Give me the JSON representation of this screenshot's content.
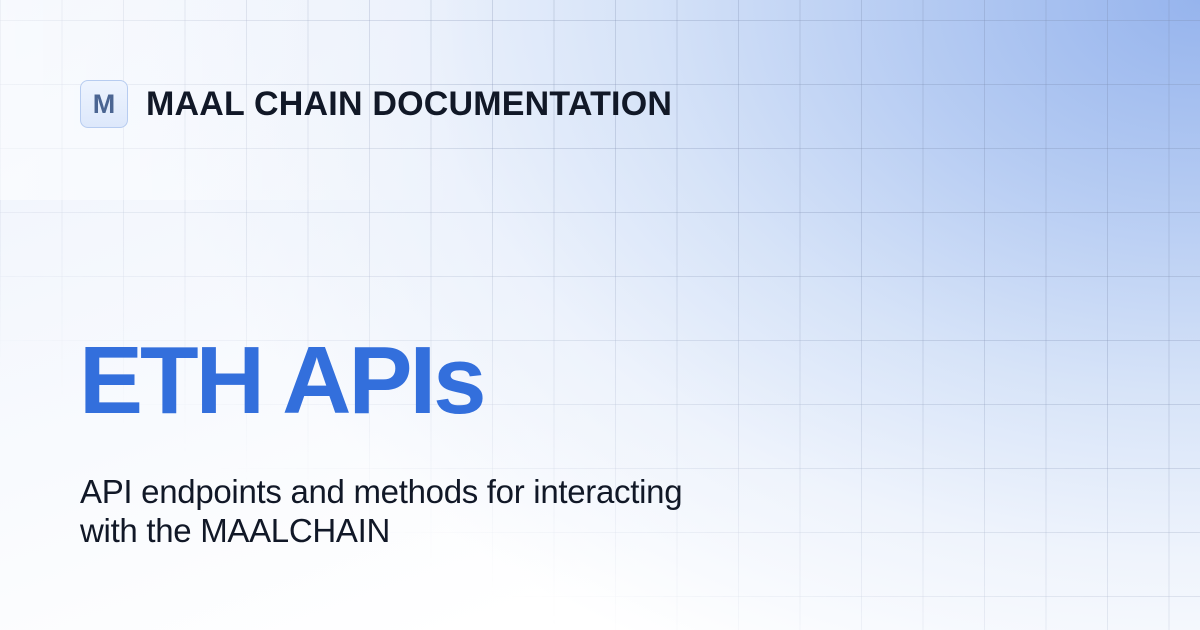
{
  "brand": {
    "logo_letter": "M",
    "name": "MAAL CHAIN DOCUMENTATION"
  },
  "page": {
    "title": "ETH APIs",
    "subtitle_lines": [
      "API endpoints and methods for interacting",
      "with the MAALCHAIN"
    ]
  },
  "colors": {
    "accent": "#336fdc",
    "text_dark": "#111827",
    "logo_fg": "#4b6592",
    "logo_bg": "#e3edfc",
    "gradient_corner": "#96b4ed"
  },
  "decor": {
    "background_pattern": "grid-icon"
  }
}
